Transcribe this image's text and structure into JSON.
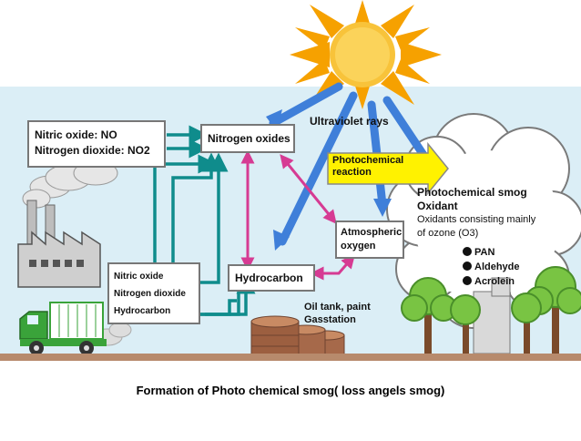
{
  "diagram": {
    "source_box": {
      "line1": "Nitric oxide: NO",
      "line2": "Nitrogen dioxide: NO2"
    },
    "nitrogen_oxides": "Nitrogen oxides",
    "ultraviolet": "Ultraviolet rays",
    "photochemical_reaction": {
      "line1": "Photochemical",
      "line2": "reaction"
    },
    "smog_cloud": {
      "title1": "Photochemical smog",
      "title2": "Oxidant",
      "desc1": "Oxidants consisting mainly",
      "desc2": "of ozone (O3)",
      "items": [
        "PAN",
        "Aldehyde",
        "Acrolein"
      ]
    },
    "atmospheric_oxygen": {
      "line1": "Atmospheric",
      "line2": "oxygen"
    },
    "emissions_box": {
      "line1": "Nitric oxide",
      "line2": "Nitrogen dioxide",
      "line3": "Hydrocarbon"
    },
    "hydrocarbon": "Hydrocarbon",
    "oil_tank": {
      "line1": "Oil tank, paint",
      "line2": "Gasstation"
    }
  },
  "caption": "Formation of Photo chemical smog( loss angels smog)",
  "colors": {
    "sky": "#dbeef6",
    "ground": "#b78a6c",
    "sun": "#f6a100",
    "uv_arrow": "#3f7fd9",
    "magenta_arrow": "#d63b93",
    "teal_arrow": "#0f8c8c",
    "reaction_box": "#fff200",
    "tree": "#79c443",
    "truck": "#3aa33a"
  }
}
